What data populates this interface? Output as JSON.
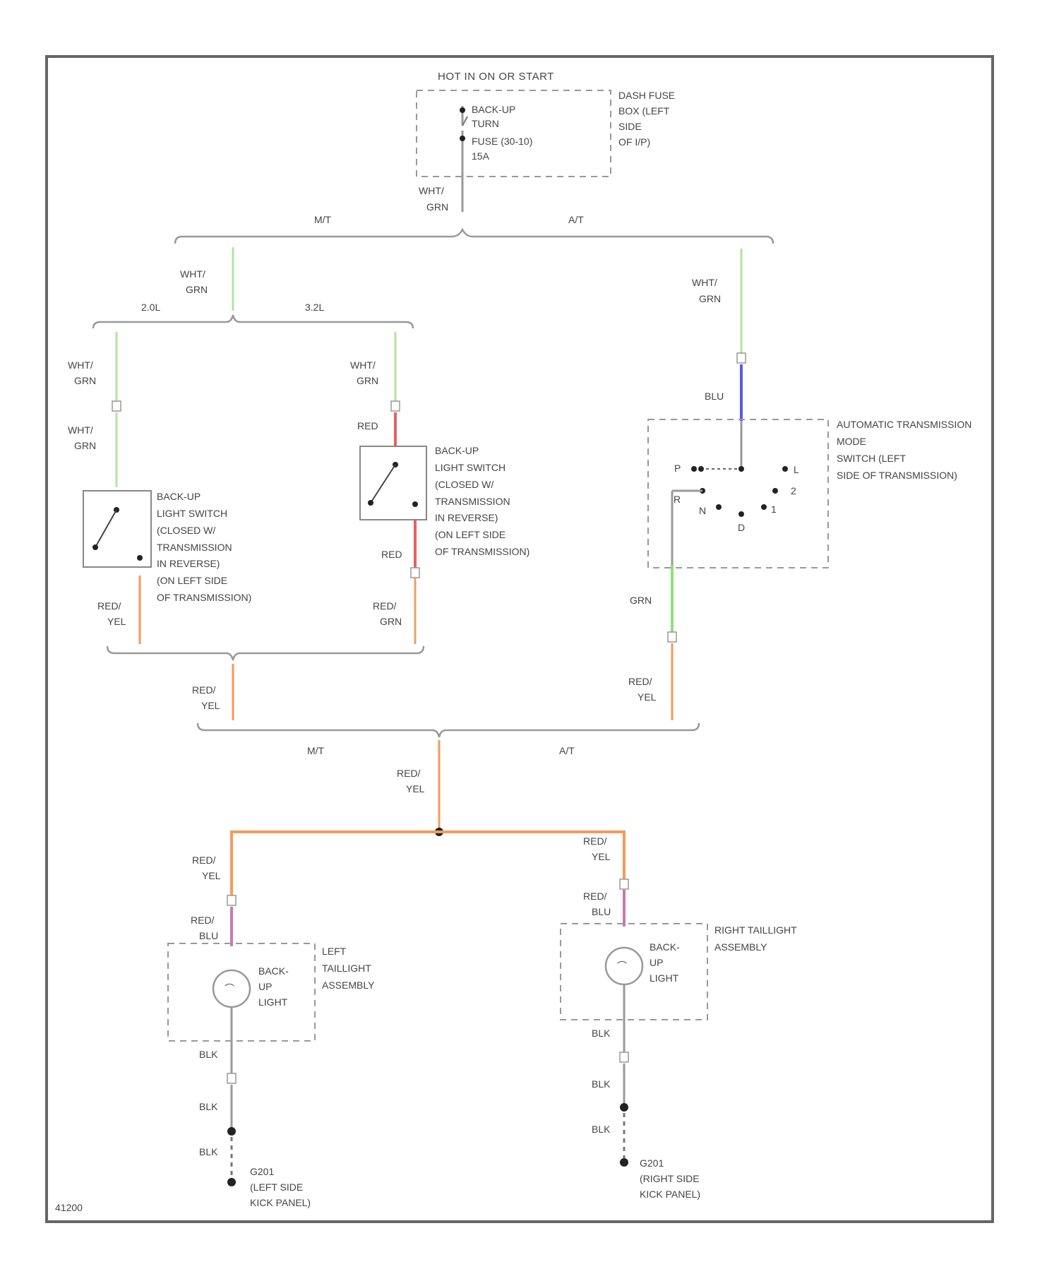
{
  "header": "HOT IN ON OR START",
  "fuse_box": {
    "inner": [
      "BACK-UP",
      "TURN",
      "FUSE (30-10)",
      "15A"
    ],
    "name": [
      "DASH FUSE",
      "BOX (LEFT",
      "SIDE",
      "OF I/P)"
    ]
  },
  "wires": {
    "wht_grn": [
      "WHT/",
      "GRN"
    ],
    "red": "RED",
    "red_yel": [
      "RED/",
      "YEL"
    ],
    "red_grn": [
      "RED/",
      "GRN"
    ],
    "red_blu": [
      "RED/",
      "BLU"
    ],
    "blu": "BLU",
    "grn": "GRN",
    "blk": "BLK"
  },
  "branches": {
    "mt": "M/T",
    "at": "A/T",
    "engine_a": "2.0L",
    "engine_b": "3.2L"
  },
  "switches": {
    "left": [
      "BACK-UP",
      "LIGHT SWITCH",
      "(CLOSED W/",
      "TRANSMISSION",
      "IN REVERSE)",
      "(ON LEFT SIDE",
      "OF TRANSMISSION)"
    ],
    "right": [
      "BACK-UP",
      "LIGHT SWITCH",
      "(CLOSED W/",
      "TRANSMISSION",
      "IN REVERSE)",
      "(ON LEFT SIDE",
      "OF TRANSMISSION)"
    ]
  },
  "atms": {
    "name": [
      "AUTOMATIC TRANSMISSION",
      "MODE",
      "SWITCH (LEFT",
      "SIDE OF TRANSMISSION)"
    ],
    "positions": [
      "P",
      "R",
      "N",
      "D",
      "L",
      "2",
      "1"
    ]
  },
  "taillights": {
    "left_name": [
      "LEFT",
      "TAILLIGHT",
      "ASSEMBLY"
    ],
    "right_name": [
      "RIGHT TAILLIGHT",
      "ASSEMBLY"
    ],
    "bulb": [
      "BACK-",
      "UP",
      "LIGHT"
    ]
  },
  "grounds": {
    "left": [
      "G201",
      "(LEFT SIDE",
      "KICK PANEL)"
    ],
    "right": [
      "G201",
      "(RIGHT SIDE",
      "KICK PANEL)"
    ]
  },
  "diagram_id": "41200",
  "colors": {
    "wht_grn": "#b6e3a2",
    "red": "#e86060",
    "red_yel": "#f59a5a",
    "red_grn": "#e8a06a",
    "red_blu": "#c97ab0",
    "blu": "#5a5ae8",
    "grn": "#8ee07a",
    "grey": "#9a9a9a"
  }
}
